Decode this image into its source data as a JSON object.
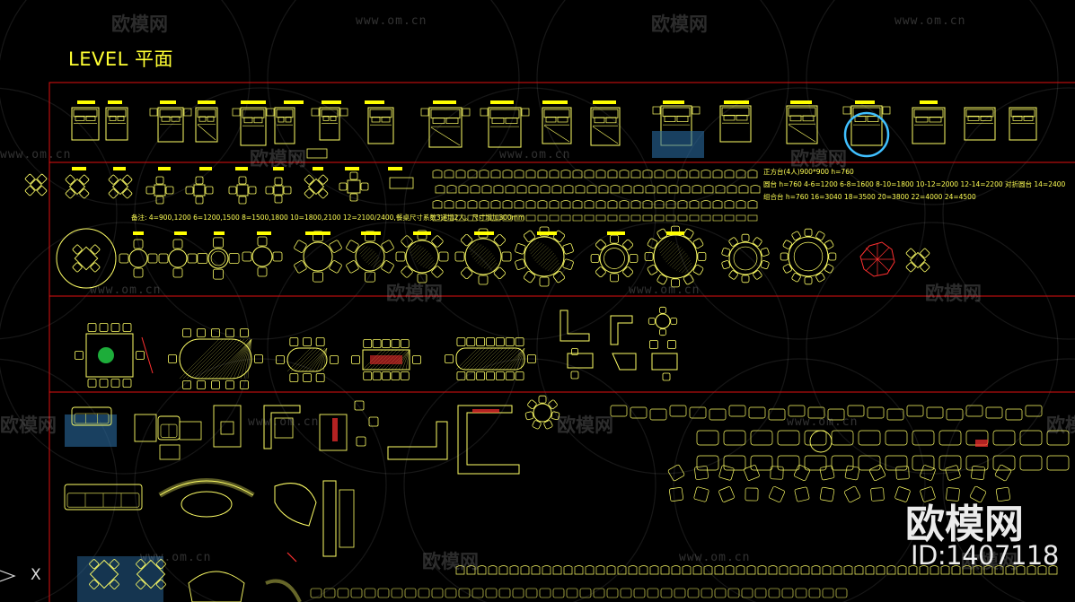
{
  "title": "LEVEL 平面",
  "watermark": {
    "brand": "欧模网",
    "url": "www.om.cn"
  },
  "brand_mark": {
    "name": "欧模网",
    "id": "ID:1407118"
  },
  "notes": {
    "round_table_sizes": "备注: 4=900,1200   6=1200,1500   8=1500,1800   10=1800,2100   12=2100/2400,餐桌尺寸系数3递增2人。尺寸增加300mm",
    "square_table_header": "正方台(4人)900*900 h=760",
    "round_row": "圆台 h=760     4-6=1200  6-8=1600  8-10=1800  10-12=2000  12-14=2200     对折圆台 14=2400",
    "combo_row": "组合台 h=760     16=3040  18=3500  20=3800  22=4000  24=4500"
  },
  "axis_label": "X",
  "colors": {
    "background": "#000000",
    "frame_red": "#e01010",
    "line_yellow": "#ffff66",
    "label_yellow": "#ffff00",
    "accent_cyan": "#40c0ff",
    "accent_blue": "#2a6aa0",
    "accent_green": "#20c040",
    "accent_red": "#ff3030"
  }
}
